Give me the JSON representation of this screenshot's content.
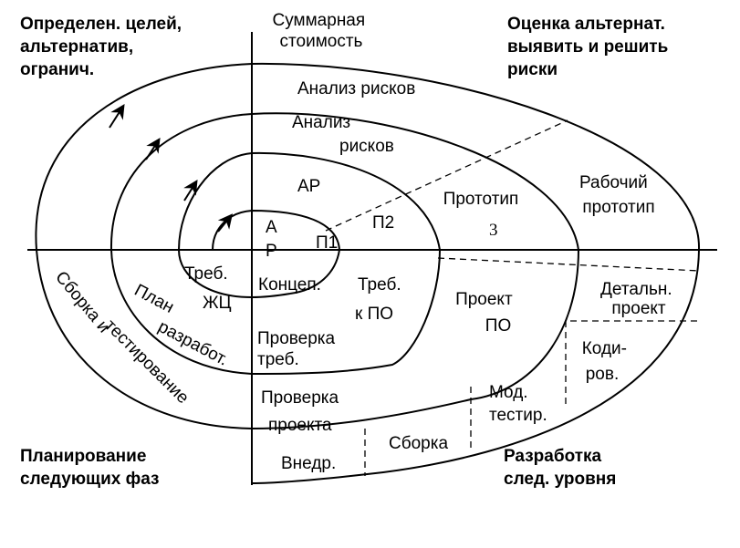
{
  "quadrants": {
    "top_left": [
      "Определен. целей,",
      "альтернатив,",
      "огранич."
    ],
    "top_right": [
      "Оценка альтернат.",
      "выявить и решить",
      "риски"
    ],
    "bottom_left": [
      "Планирование",
      "следующих фаз"
    ],
    "bottom_right": [
      "Разработка",
      "след. уровня"
    ]
  },
  "axis": {
    "y_label": [
      "Суммарная",
      "стоимость"
    ]
  },
  "risk": {
    "outer": "Анализ рисков",
    "second": [
      "Анализ",
      "рисков"
    ],
    "third": "АР",
    "inner": [
      "А",
      "Р"
    ]
  },
  "prototypes": {
    "p1": "П1",
    "p2": "П2",
    "p3": [
      "Прототип",
      "3"
    ],
    "working": [
      "Рабочий",
      "прототип"
    ]
  },
  "planning": {
    "assembly": [
      "Сборка и",
      "тестирование"
    ],
    "dev_plan": [
      "План",
      "разработ."
    ],
    "lifecycle_req": [
      "Треб.",
      "ЖЦ"
    ]
  },
  "development": {
    "concept": "Концеп.",
    "sw_req": [
      "Треб.",
      "к ПО"
    ],
    "req_check": [
      "Проверка",
      "треб."
    ],
    "sw_design": [
      "Проект",
      "ПО"
    ],
    "detail_design": [
      "Детальн.",
      "проект"
    ],
    "coding": [
      "Коди-",
      "ров."
    ],
    "design_check": [
      "Проверка",
      "проекта"
    ],
    "unit_test": [
      "Мод.",
      "тестир."
    ],
    "assembly": "Сборка",
    "deploy": "Внедр."
  }
}
